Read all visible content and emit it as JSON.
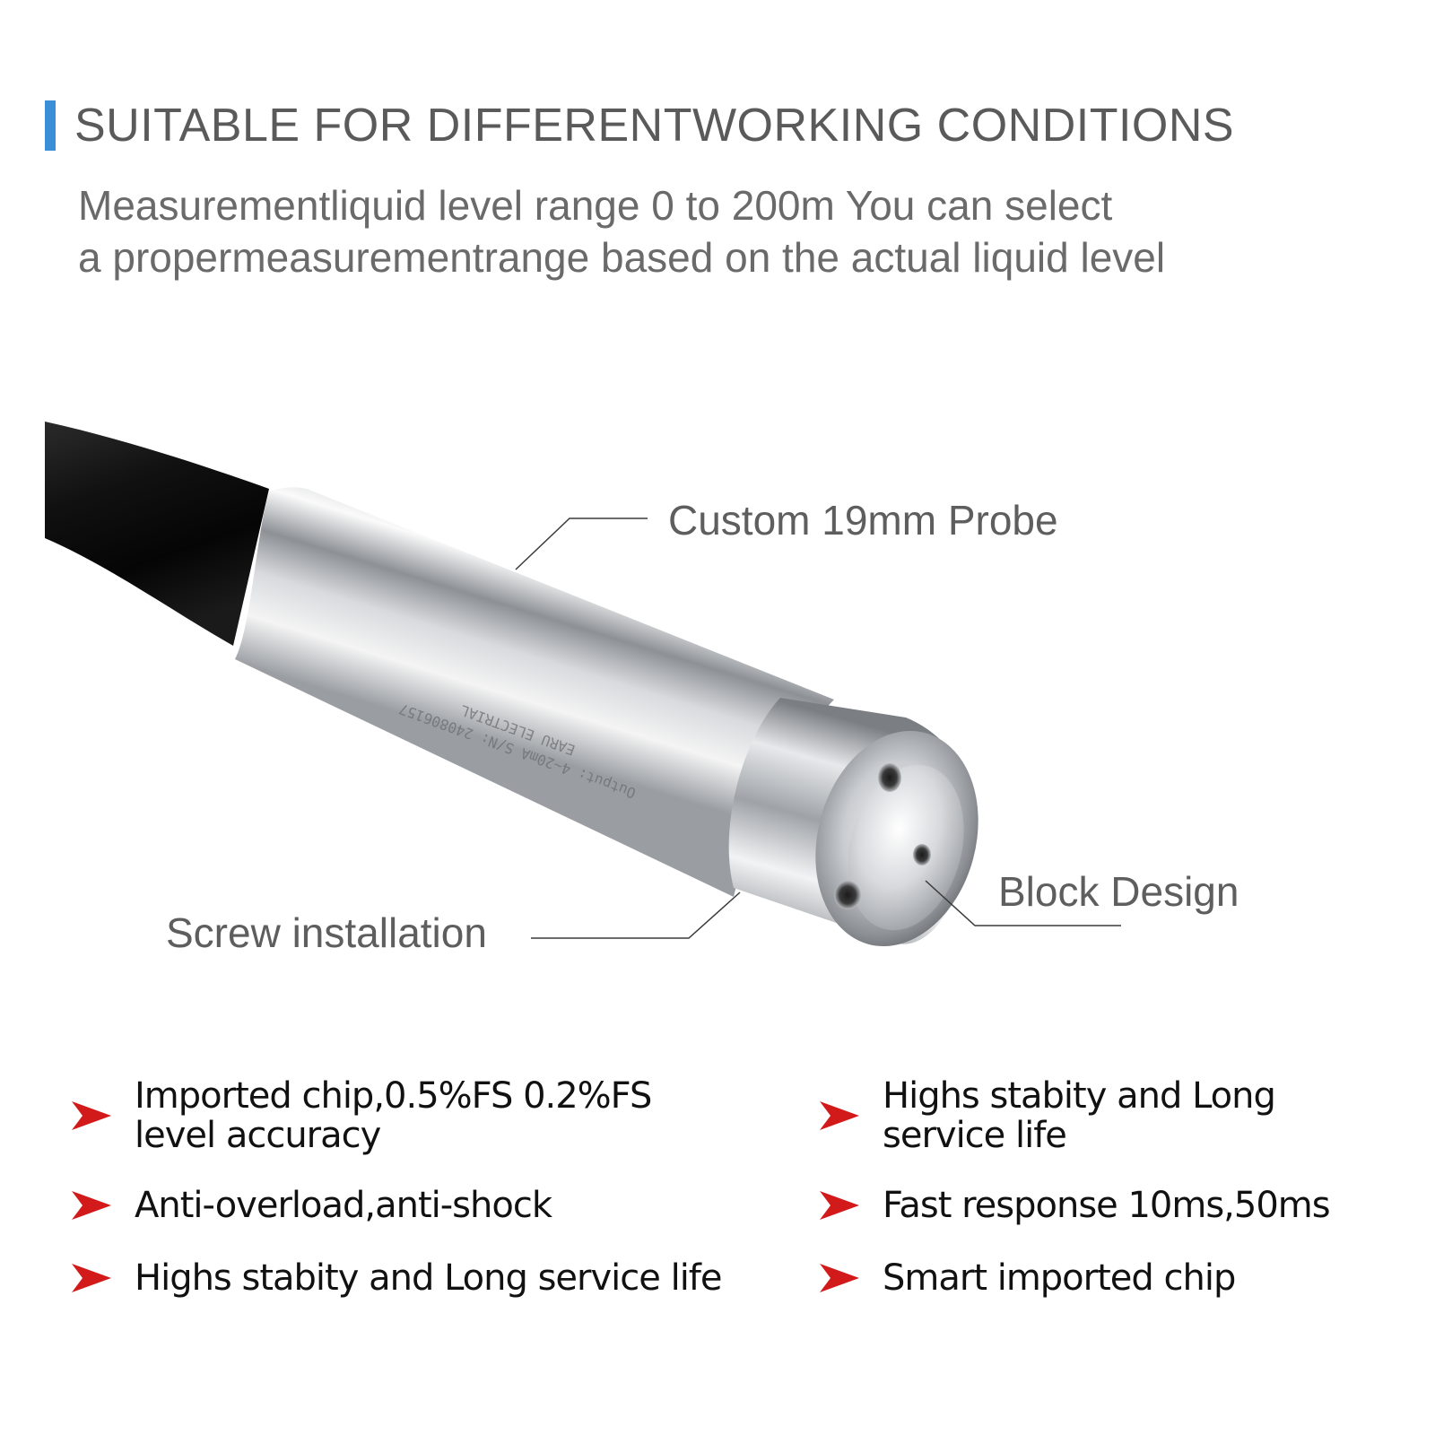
{
  "header": {
    "title": "SUITABLE FOR DIFFERENTWORKING CONDITIONS",
    "subtitle_line1": "Measurementliquid level range 0 to 200m You can select",
    "subtitle_line2": "a propermeasurementrange based on the actual liquid level",
    "accent_color": "#3a8fd6"
  },
  "callouts": {
    "probe": "Custom 19mm Probe",
    "block": "Block Design",
    "screw": "Screw installation"
  },
  "engraving": {
    "line1": "Output: 4~20mA S/N: 240806157",
    "line2": "EARU ELECTRIAL"
  },
  "features": {
    "left": [
      {
        "line1": "Imported chip,0.5%FS 0.2%FS",
        "line2": "level accuracy"
      },
      {
        "line1": "Anti-overload,anti-shock",
        "line2": ""
      },
      {
        "line1": "Highs stabity and Long service life",
        "line2": ""
      }
    ],
    "right": [
      {
        "line1": "Highs stabity and Long",
        "line2": "service life"
      },
      {
        "line1": "Fast response 10ms,50ms",
        "line2": ""
      },
      {
        "line1": "Smart imported chip",
        "line2": ""
      }
    ],
    "arrow_color": "#d31a1a",
    "arrow_icon": "red-arrow-bullet-icon"
  }
}
